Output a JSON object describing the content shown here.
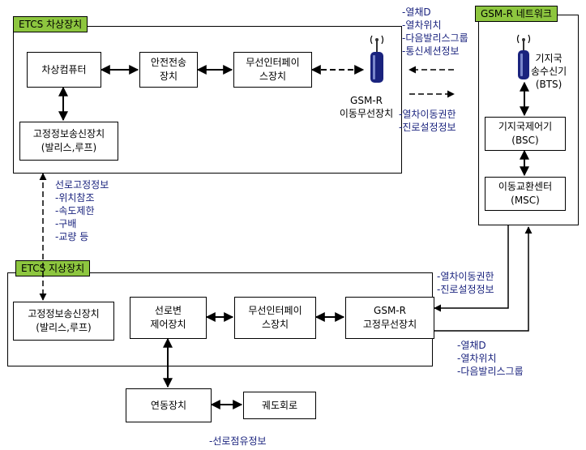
{
  "onboard": {
    "title": "ETCS 차상장치",
    "computer": "차상컴퓨터",
    "safety": "안전전송\n장치",
    "radio_if": "무선인터페이\n스장치",
    "gsmr_label": "GSM-R\n이동무선장치",
    "balise": "고정정보송신장치\n(발리스,루프)"
  },
  "network": {
    "title": "GSM-R 네트워크",
    "bts": "기지국\n송수신기\n(BTS)",
    "bsc": "기지국제어기\n(BSC)",
    "msc": "이동교환센터\n(MSC)"
  },
  "trackside": {
    "title": "ETCS 지상장치",
    "balise": "고정정보송신장치\n(발리스,루프)",
    "switch": "선로변\n제어장치",
    "radio_if": "무선인터페이\n스장치",
    "gsmr_fixed": "GSM-R\n고정무선장치",
    "interlocking": "연동장치",
    "track_circuit": "궤도회로"
  },
  "labels": {
    "up_info": [
      "-열채D",
      "-열차위치",
      "-다음발리스그룹",
      "-통신세션정보"
    ],
    "down_info": [
      "-열차이동권한",
      "-진로설정정보"
    ],
    "trackside_in": [
      "-열차이동권한",
      "-진로설정정보"
    ],
    "trackside_out": [
      "-열채D",
      "-열차위치",
      "-다음발리스그룹"
    ],
    "fixed_info": [
      "선로고정정보",
      "-위치참조",
      "-속도제한",
      "-구배",
      "-교량 등"
    ],
    "occupancy": "-선로점유정보"
  },
  "colors": {
    "tag": "#8dc63f",
    "label_text": "#1a237e"
  }
}
